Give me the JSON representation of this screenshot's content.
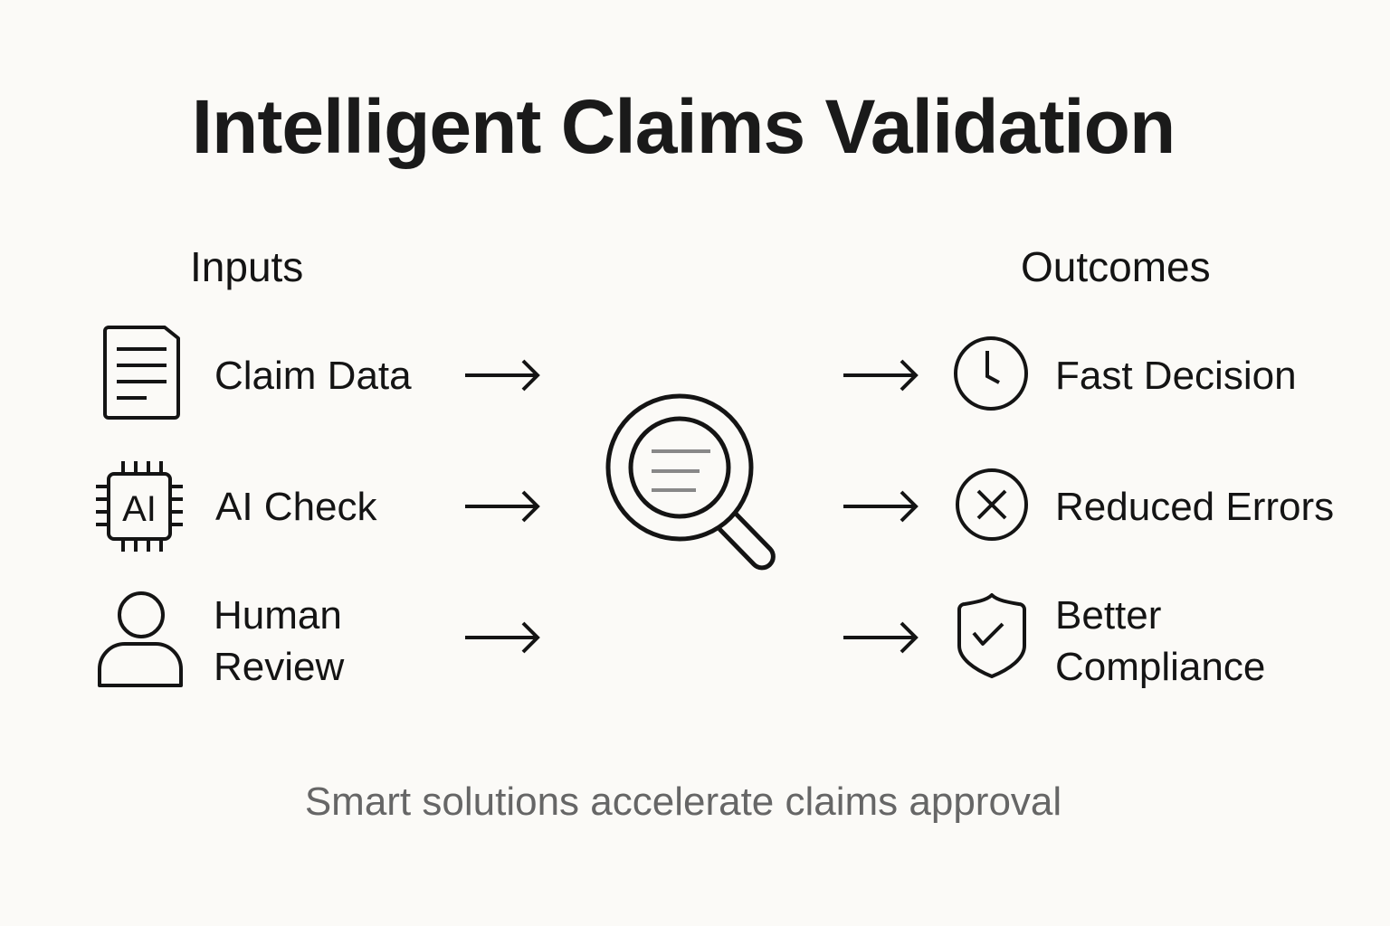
{
  "title": "Intelligent Claims Validation",
  "inputs": {
    "heading": "Inputs",
    "items": [
      {
        "label": "Claim Data",
        "icon": "document-icon"
      },
      {
        "label": "AI Check",
        "icon": "ai-chip-icon",
        "icon_text": "AI"
      },
      {
        "label_line1": "Human",
        "label_line2": "Review",
        "icon": "person-icon"
      }
    ]
  },
  "center": {
    "icon": "magnifier-icon"
  },
  "outcomes": {
    "heading": "Outcomes",
    "items": [
      {
        "label": "Fast Decision",
        "icon": "clock-icon"
      },
      {
        "label": "Reduced Errors",
        "icon": "x-circle-icon"
      },
      {
        "label_line1": "Better",
        "label_line2": "Compliance",
        "icon": "shield-check-icon"
      }
    ]
  },
  "footer": "Smart solutions accelerate claims approval",
  "colors": {
    "background": "#fbfaf7",
    "text": "#141414",
    "muted": "#666666",
    "lens_lines": "#888888"
  }
}
